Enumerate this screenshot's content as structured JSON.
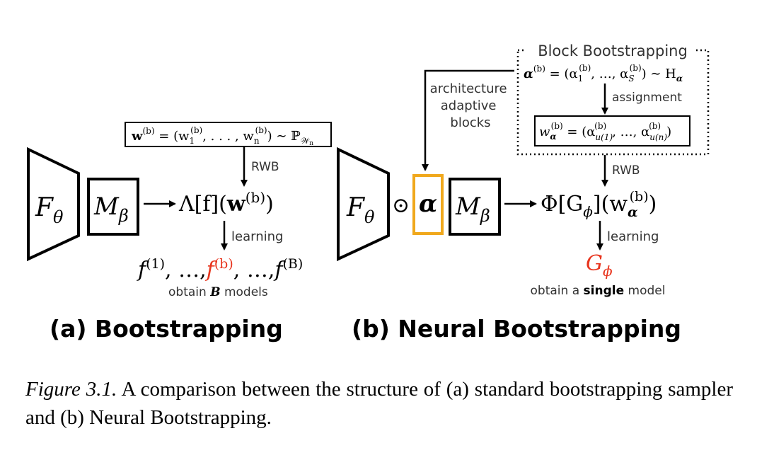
{
  "panel_a": {
    "title": "(a) Bootstrapping",
    "model_f": "F",
    "model_f_sub": "θ",
    "model_m": "M",
    "model_m_sub": "β",
    "weight_box": {
      "bold_w": "w",
      "sup_b": "(b)",
      "eq_open": " = (w",
      "sub_1": "1",
      "sup_1": "(b)",
      "dots": ", . . . , w",
      "sub_n": "n",
      "sup_n": "(b)",
      "tail": ") ∼ ℙ",
      "tail_sub": "𝒲",
      "tail_subsub": "n"
    },
    "rwb_label": "RWB",
    "functional_pre": "Λ[f](",
    "functional_bold": "w",
    "functional_sup": "(b)",
    "functional_post": ")",
    "learning_label": "learning",
    "models_f1": "f",
    "models_sup1": "(1)",
    "models_mid": ", …,",
    "models_fb": "f",
    "models_supb": "(b)",
    "models_mid2": ", …,",
    "models_fB": "f",
    "models_supB": "(B)",
    "obtain_pre": "obtain",
    "obtain_B": "B",
    "obtain_post": "models"
  },
  "panel_b": {
    "title": "(b) Neural Bootstrapping",
    "model_f": "F",
    "model_f_sub": "θ",
    "odot": "⊙",
    "alpha": "α",
    "model_m": "M",
    "model_m_sub": "β",
    "arch_label_lines": [
      "architecture",
      "adaptive",
      "blocks"
    ],
    "block_box_title": "Block Bootstrapping",
    "alpha_eq": {
      "alpha": "α",
      "sup_b": "(b)",
      "eq_open": " = (α",
      "sub_1": "1",
      "sup_1": "(b)",
      "dots": ", …, α",
      "sub_S": "S",
      "sup_S": "(b)",
      "tail": ") ∼ H",
      "tail_sub": "α"
    },
    "assignment_label": "assignment",
    "w_alpha_eq": {
      "w": "w",
      "sub_alpha": "α",
      "sup_b": "(b)",
      "eq_open": " = (α",
      "sub_u1": "u(1)",
      "sup_u1": "(b)",
      "dots": ", …, α",
      "sub_un": "u(n)",
      "sup_un": "(b)",
      "close": ")"
    },
    "rwb_label": "RWB",
    "functional_pre": "Φ[G",
    "functional_sub": "ϕ",
    "functional_mid": "](w",
    "functional_wsub": "α",
    "functional_sup": "(b)",
    "functional_post": ")",
    "learning_label": "learning",
    "result_G": "G",
    "result_sub": "ϕ",
    "obtain_pre": "obtain a",
    "obtain_bold": "single",
    "obtain_post": "model"
  },
  "caption": {
    "figure_label": "Figure 3.1.",
    "text": "A comparison between the structure of (a) standard bootstrapping sampler and (b) Neural Bootstrapping."
  },
  "colors": {
    "highlight_red": "#e8351e",
    "alpha_box": "#f0a81c",
    "stroke": "#000000",
    "text_gray": "#333333"
  }
}
